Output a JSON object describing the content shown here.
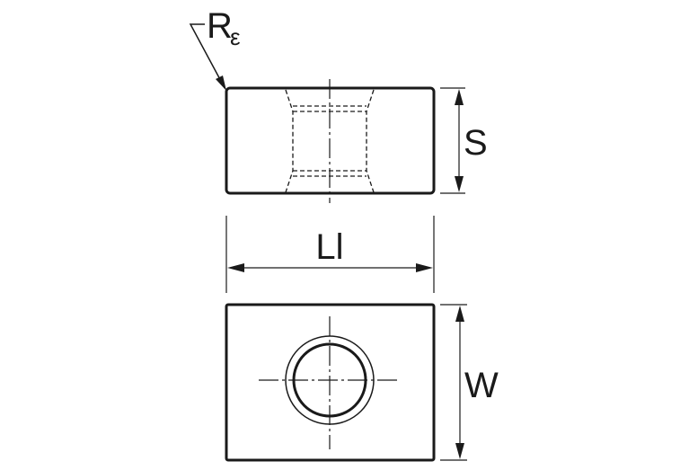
{
  "labels": {
    "corner_radius_main": "R",
    "corner_radius_sub": "ε",
    "thickness": "S",
    "length": "Ll",
    "width": "W"
  }
}
